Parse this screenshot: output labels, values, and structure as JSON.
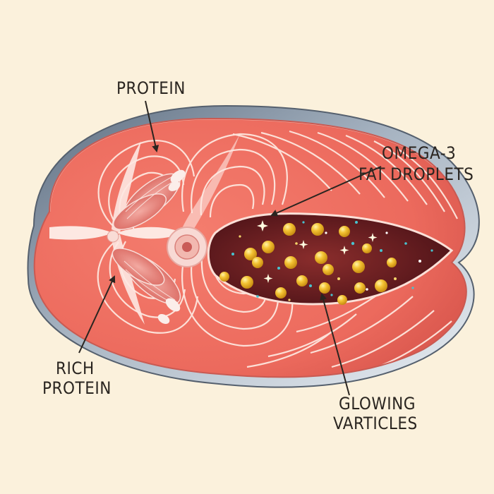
{
  "labels": {
    "protein": "PROTEIN",
    "omega_line1": "OMEGA-3",
    "omega_line2": "FAT DROPLETS",
    "rich_line1": "RICH",
    "rich_line2": "PROTEIN",
    "glow_line1": "GLOWING",
    "glow_line2": "VARTICLES"
  },
  "colors": {
    "background": "#fbf1dc",
    "skin": "#8796a6",
    "flesh": "#ee6f62",
    "flesh_shade": "#d9534a",
    "flesh_lines": "#fde9e2",
    "cavity": "#6e1e22",
    "fat_droplet": "#f1bd2b",
    "particle_teal": "#48c3cf",
    "text": "#2a2520"
  }
}
